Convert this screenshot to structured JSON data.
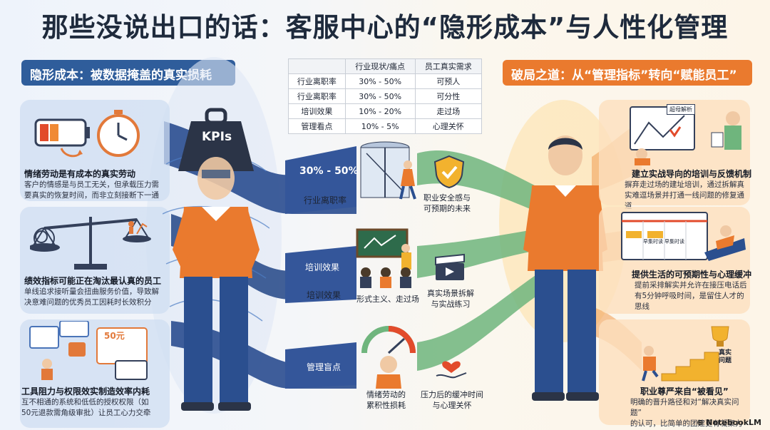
{
  "title": "那些没说出口的话：客服中心的“隐形成本”与人性化管理",
  "left_banner": "隐形成本：被数据掩盖的真实损耗",
  "right_banner": "破局之道：从“管理指标”转向“赋能员工”",
  "table": {
    "headers": [
      "",
      "行业现状/痛点",
      "员工真实需求"
    ],
    "rows": [
      [
        "行业离职率",
        "30% - 50%",
        "可预人"
      ],
      [
        "行业离职率",
        "30% - 50%",
        "可分性"
      ],
      [
        "培训效果",
        "10% - 20%",
        "走过场"
      ],
      [
        "管理看点",
        "10% - 5%",
        "心理关怀"
      ]
    ]
  },
  "left_cards": [
    {
      "title": "情绪劳动是有成本的真实劳动",
      "body": "客户的情感是与员工无关，但承载压力需\n要真实的恢复时间，而非立刻接断下一通"
    },
    {
      "title": "绩效指标可能正在淘汰最认真的员工",
      "body": "单线追求接听量会扭曲服务价值，导致解\n决意难问题的优秀员工因耗时长效积分"
    },
    {
      "title": "工具阻力与权限效实制造效率内耗",
      "body": "互不相通的系统和低低的授权权限（如\n50元退款需角级审批）让员工心力交牵"
    }
  ],
  "right_cards": [
    {
      "title": "建立实战导向的培训与反馈机制",
      "body": "摒弃走过场的建址培训，通过拆解真\n实难逗场景并打通一线问题的修复通道"
    },
    {
      "title": "提供生活的可预期性与心理缓冲",
      "body": "提前采排解实并允许在接压电话后\n有5分钟呼吸时间，是留住人才的思线"
    },
    {
      "title": "职业尊严来自“被看见”",
      "body": "明确的晋升路径和对“解决真实问题”\n的认可，比简单的团建更有凝聚力"
    }
  ],
  "kpi_label": "KPIs",
  "flows": {
    "f1_value": "30% - 50%",
    "f1_label": "行业离职率",
    "f2_label": "培训效果",
    "f2_sub": "培训效果",
    "f3_label": "管理盲点"
  },
  "mid_labels": {
    "m1": "职业安全感与\n可预期的未来",
    "m2": "真实场景拆解\n与实战练习",
    "m3": "形式主义、走过场",
    "m4": "情绪劳动的\n累积性损耗",
    "m5": "压力后的缓冲时间\n与心理关怀"
  },
  "badges": {
    "price": "50元",
    "board1": "超母解析",
    "board2a": "早集时读",
    "board2b": "早集时读",
    "trophy": "真实\n问题"
  },
  "watermark": "NotebookLM",
  "colors": {
    "blue": "#2f5d9b",
    "orange": "#ea7a2e",
    "green": "#5fae6e",
    "navy": "#2a3f78"
  }
}
